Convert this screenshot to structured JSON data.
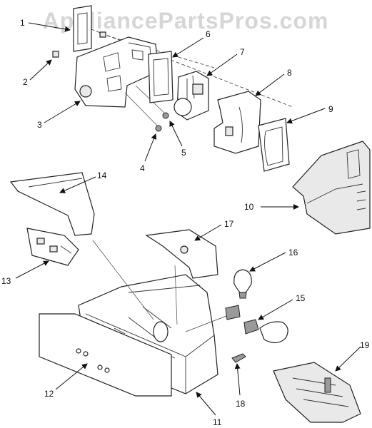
{
  "watermark": "AppliancePartsPros.com",
  "callouts": [
    "1",
    "2",
    "3",
    "4",
    "5",
    "6",
    "7",
    "8",
    "9",
    "10",
    "11",
    "12",
    "13",
    "14",
    "15",
    "16",
    "17",
    "18",
    "19"
  ]
}
